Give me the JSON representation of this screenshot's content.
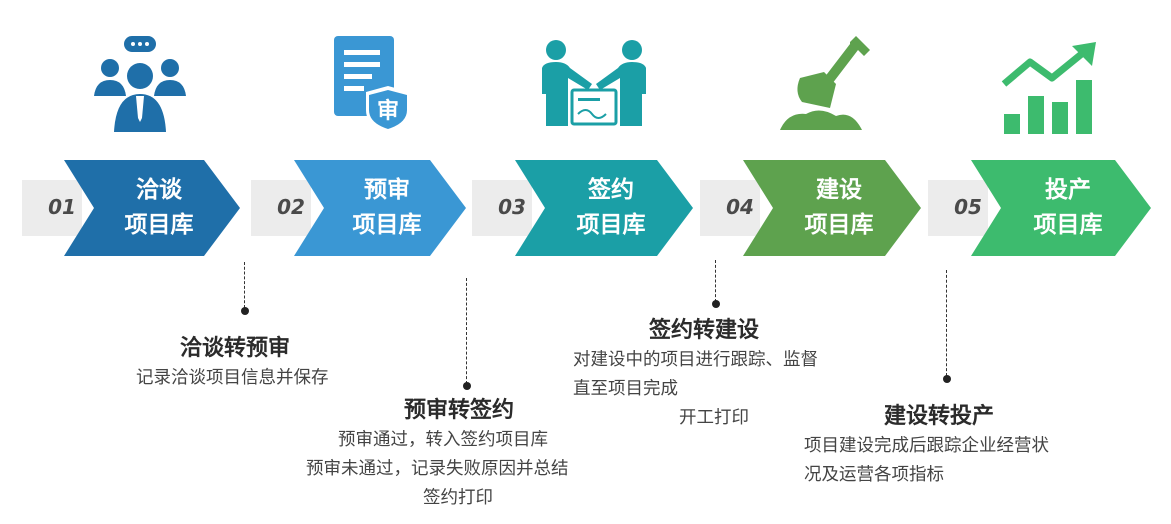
{
  "colors": {
    "stage1": "#1f6fa9",
    "stage2": "#3a97d4",
    "stage3": "#1b9fa6",
    "stage4": "#5ea24e",
    "stage5": "#3dbb6e",
    "number_band": "#ececec"
  },
  "stages": [
    {
      "number": "01",
      "line1": "洽谈",
      "line2": "项目库",
      "icon": "negotiation-people-icon"
    },
    {
      "number": "02",
      "line1": "预审",
      "line2": "项目库",
      "icon": "review-document-shield-icon"
    },
    {
      "number": "03",
      "line1": "签约",
      "line2": "项目库",
      "icon": "handshake-contract-icon"
    },
    {
      "number": "04",
      "line1": "建设",
      "line2": "项目库",
      "icon": "shovel-icon"
    },
    {
      "number": "05",
      "line1": "投产",
      "line2": "项目库",
      "icon": "growth-chart-icon"
    }
  ],
  "icon_badge_text": "审",
  "annotations": [
    {
      "title": "洽谈转预审",
      "lines": [
        "记录洽谈项目信息并保存"
      ]
    },
    {
      "title": "预审转签约",
      "lines": [
        "预审通过，转入签约项目库",
        "预审未通过，记录失败原因并总结",
        "签约打印"
      ]
    },
    {
      "title": "签约转建设",
      "lines": [
        "对建设中的项目进行跟踪、监督",
        "直至项目完成",
        "开工打印"
      ]
    },
    {
      "title": "建设转投产",
      "lines": [
        "项目建设完成后跟踪企业经营状",
        "况及运营各项指标"
      ]
    }
  ]
}
